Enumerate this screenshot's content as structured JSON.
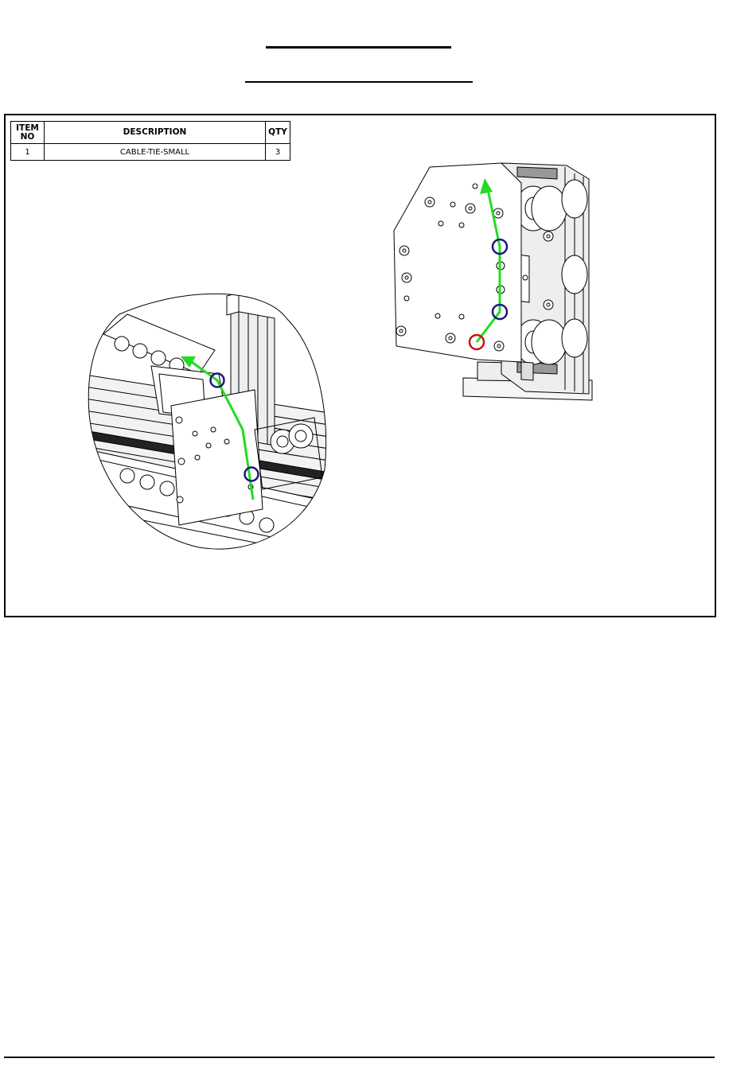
{
  "bom": {
    "headers": {
      "item_no": "ITEM NO",
      "description": "DESCRIPTION",
      "qty": "QTY"
    },
    "rows": [
      {
        "item_no": "1",
        "description": "CABLE-TIE-SMALL",
        "qty": "3"
      }
    ]
  },
  "colors": {
    "route": "#22dd22",
    "tie_marker": "#1a1a7a",
    "start_marker": "#cc1111",
    "line": "#000000"
  },
  "icons": [
    "arrow-head-icon",
    "cable-tie-marker-icon",
    "start-point-marker-icon"
  ]
}
